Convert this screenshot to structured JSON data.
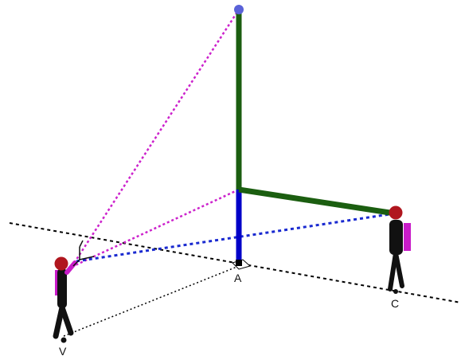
{
  "labels": {
    "v": "V",
    "a": "A",
    "c": "C"
  },
  "colors": {
    "background": "#ffffff",
    "ground_line": "#000000",
    "pole_lower": "#0000c8",
    "pole_upper": "#1b5e10",
    "arm": "#1b5e10",
    "sight_magenta": "#cc22cc",
    "sight_blue": "#1a2ad0",
    "top_ball": "#5a62d8",
    "head": "#b0161e",
    "body": "#111111",
    "backpack": "#c81bc8"
  },
  "icons": {
    "figure_left": "person-figure-icon",
    "figure_right": "person-figure-icon",
    "pole_base": "square-base-icon",
    "top_point": "sphere-point-icon",
    "instrument": "sight-instrument-icon"
  }
}
